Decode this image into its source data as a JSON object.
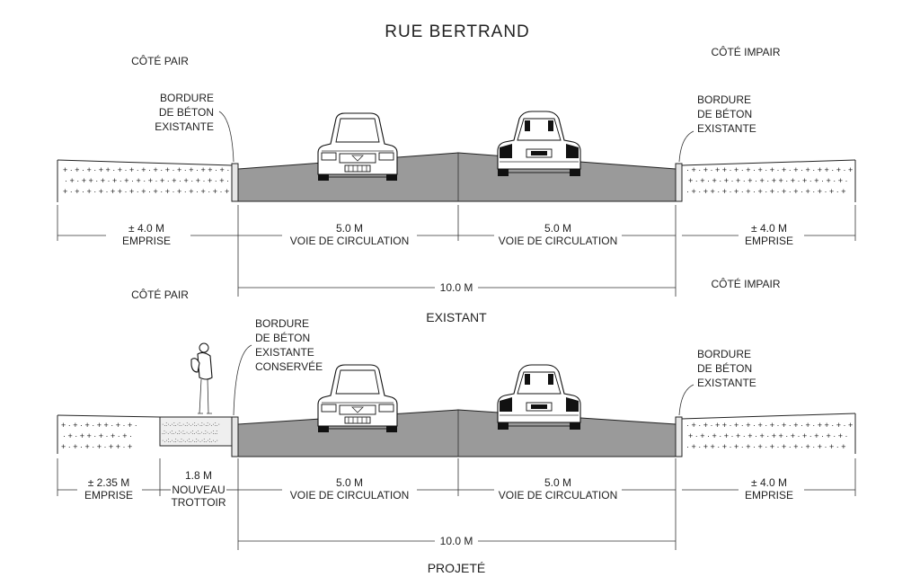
{
  "title": "RUE BERTRAND",
  "sections": [
    {
      "caption": "EXISTANT",
      "left_side": "CÔTÉ PAIR",
      "right_side": "CÔTÉ IMPAIR",
      "left_curb_note": [
        "BORDURE",
        "DE BÉTON",
        "EXISTANTE"
      ],
      "right_curb_note": [
        "BORDURE",
        "DE BÉTON",
        "EXISTANTE"
      ],
      "dimensions": [
        {
          "value": "± 4.0 M",
          "label": "EMPRISE"
        },
        {
          "value": "5.0 M",
          "label": "VOIE DE CIRCULATION"
        },
        {
          "value": "5.0 M",
          "label": "VOIE DE CIRCULATION"
        },
        {
          "value": "± 4.0 M",
          "label": "EMPRISE"
        }
      ],
      "total": "10.0 M"
    },
    {
      "caption": "PROJETÉ",
      "left_side": "CÔTÉ PAIR",
      "right_side": "CÔTÉ IMPAIR",
      "left_curb_note": [
        "BORDURE",
        "DE BÉTON",
        "EXISTANTE",
        "CONSERVÉE"
      ],
      "right_curb_note": [
        "BORDURE",
        "DE BÉTON",
        "EXISTANTE"
      ],
      "dimensions": [
        {
          "value": "± 2.35 M",
          "label": "EMPRISE"
        },
        {
          "value": "1.8 M",
          "label": "NOUVEAU",
          "label2": "TROTTOIR"
        },
        {
          "value": "5.0 M",
          "label": "VOIE DE CIRCULATION"
        },
        {
          "value": "5.0 M",
          "label": "VOIE DE CIRCULATION"
        },
        {
          "value": "± 4.0 M",
          "label": "EMPRISE"
        }
      ],
      "total": "10.0 M"
    }
  ],
  "icons": [
    "car-front-icon",
    "car-rear-icon",
    "pedestrian-icon"
  ],
  "colors": {
    "roadway": "#9a9a9a",
    "ink": "#222222"
  }
}
